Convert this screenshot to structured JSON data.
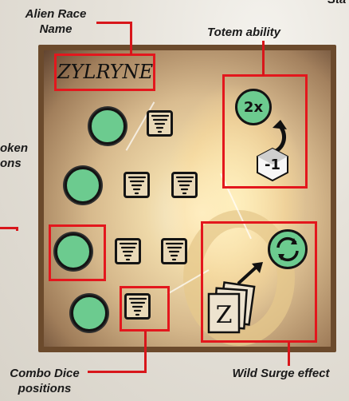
{
  "callouts": {
    "alien_race_name": [
      "Alien Race",
      "Name"
    ],
    "totem_ability": "Totem ability",
    "token_positions": [
      "oken",
      "ons"
    ],
    "combo_dice": [
      "Combo Dice",
      "positions"
    ],
    "wild_surge": "Wild Surge effect",
    "corner": "Sta"
  },
  "card": {
    "race_name": "ZYLRYNE",
    "totem_multiplier": "2x",
    "minus_label": "-1"
  },
  "colors": {
    "highlight": "#e3171d",
    "token_green": "#6ccb8f",
    "card_border": "#6b4a2c"
  },
  "icons": [
    "tornado-icon",
    "refresh-icon",
    "arrow-icon",
    "card-stack-icon",
    "minus-one-die-icon"
  ]
}
